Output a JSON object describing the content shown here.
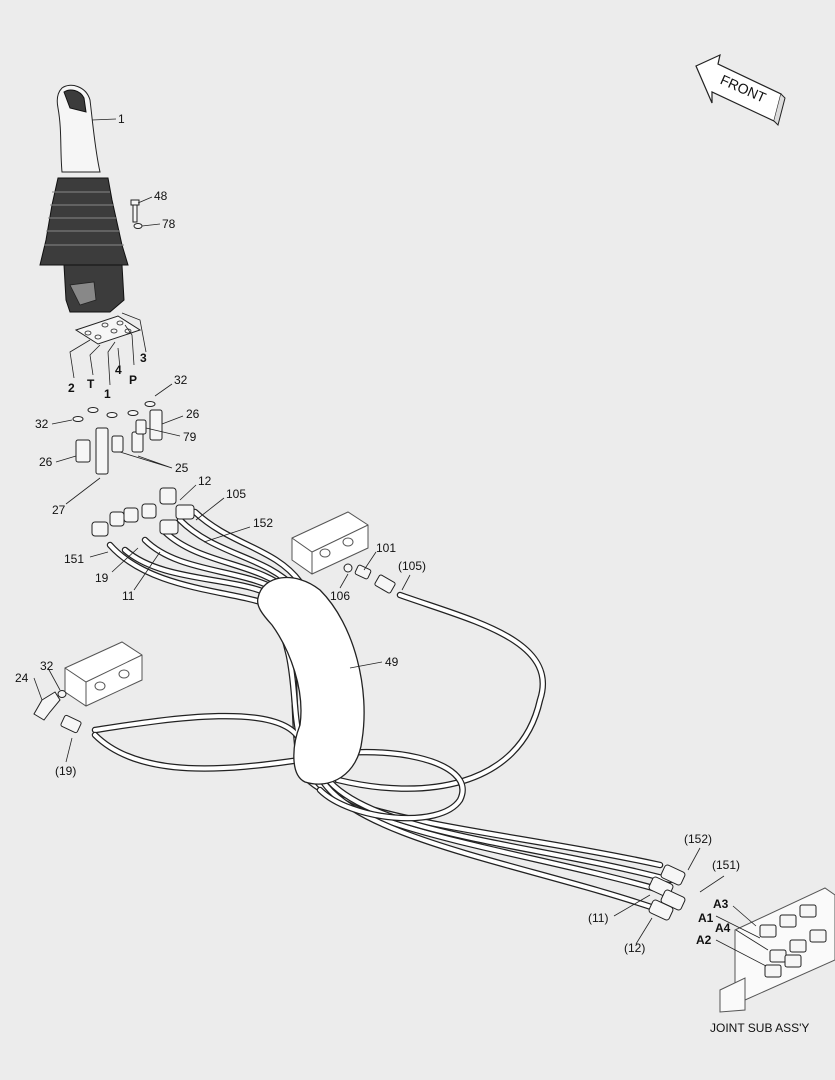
{
  "front_label": "FRONT",
  "callouts": {
    "c1": "1",
    "c48": "48",
    "c78": "78",
    "port_2": "2",
    "port_T": "T",
    "port_1": "1",
    "port_4": "4",
    "port_P": "P",
    "port_3": "3",
    "c32_right": "32",
    "c32_left": "32",
    "c26_right": "26",
    "c79": "79",
    "c26_left": "26",
    "c25": "25",
    "c27": "27",
    "c12": "12",
    "c105": "105",
    "c152": "152",
    "c151": "151",
    "c19": "19",
    "c11": "11",
    "c101": "101",
    "c106": "106",
    "c105_ref": "(105)",
    "c49": "49",
    "c32_lower": "32",
    "c24": "24",
    "c19_ref": "(19)",
    "c152_ref": "(152)",
    "c151_ref": "(151)",
    "c11_ref": "(11)",
    "c12_ref": "(12)",
    "a3": "A3",
    "a1": "A1",
    "a4": "A4",
    "a2": "A2"
  },
  "assembly_label": "JOINT SUB ASS'Y"
}
